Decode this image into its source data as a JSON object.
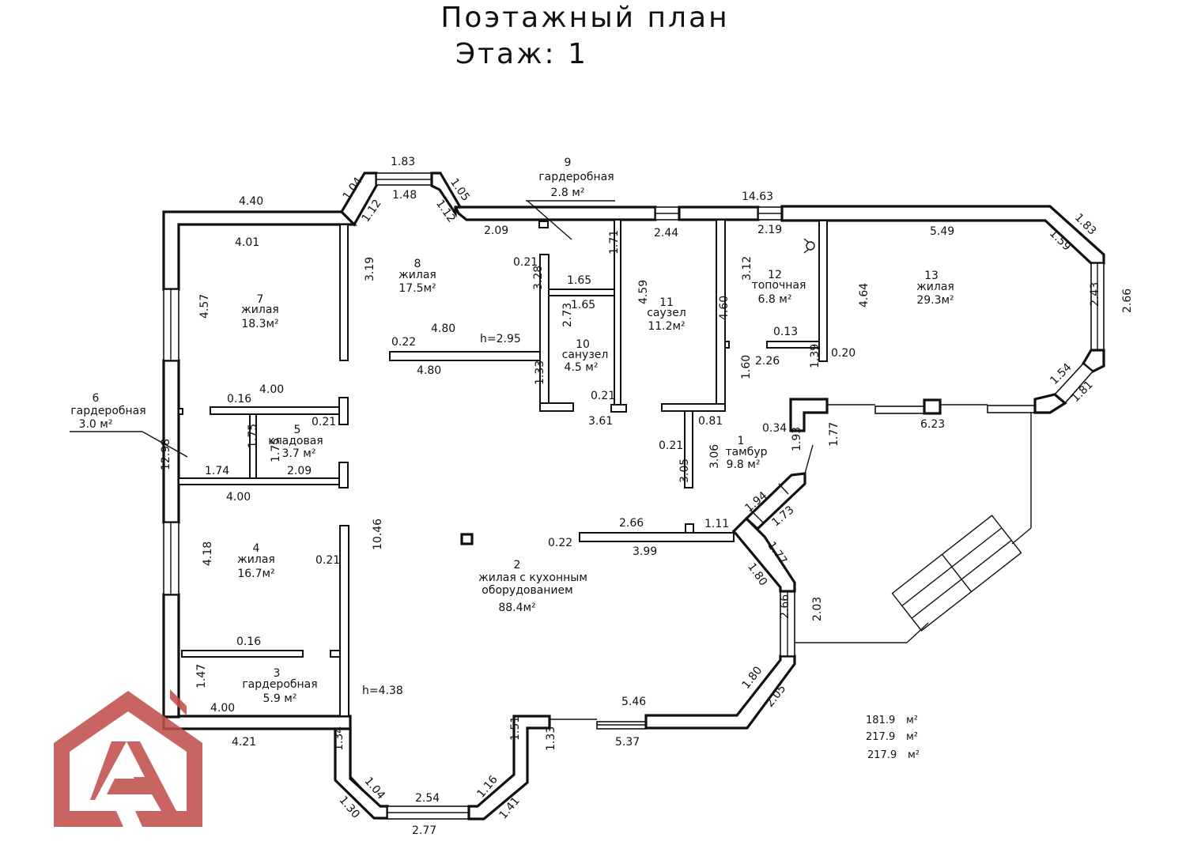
{
  "header": {
    "title": "Поэтажный план",
    "floor": "Этаж: 1"
  },
  "rooms": [
    {
      "num": "1",
      "name": "тамбур",
      "area": "9.8 м²"
    },
    {
      "num": "2",
      "name": "жилая с кухонным",
      "name2": "оборудованием",
      "area": "88.4м²"
    },
    {
      "num": "3",
      "name": "гардеробная",
      "area": "5.9 м²"
    },
    {
      "num": "4",
      "name": "жилая",
      "area": "16.7м²"
    },
    {
      "num": "5",
      "name": "кладовая",
      "area": "3.7 м²"
    },
    {
      "num": "6",
      "name": "гардеробная",
      "area": "3.0 м²"
    },
    {
      "num": "7",
      "name": "жилая",
      "area": "18.3м²"
    },
    {
      "num": "8",
      "name": "жилая",
      "area": "17.5м²"
    },
    {
      "num": "9",
      "name": "гардеробная",
      "area": "2.8 м²"
    },
    {
      "num": "10",
      "name": "санузел",
      "area": "4.5 м²"
    },
    {
      "num": "11",
      "name": "саузел",
      "area": "11.2м²"
    },
    {
      "num": "12",
      "name": "топочная",
      "area": "6.8 м²"
    },
    {
      "num": "13",
      "name": "жилая",
      "area": "29.3м²"
    }
  ],
  "dimensions": {
    "top": [
      "4.40",
      "1.04",
      "1.83",
      "1.05",
      "1.12",
      "1.48",
      "1.12",
      "2.09",
      "14.63",
      "2.44",
      "2.19",
      "5.49",
      "1.83",
      "1.59"
    ],
    "room7": [
      "4.01",
      "3.19",
      "4.57"
    ],
    "room8": [
      "4.80",
      "0.22",
      "h=2.95",
      "4.80"
    ],
    "center": [
      "0.21",
      "3.28",
      "1.65",
      "1.65",
      "1.71",
      "2.73",
      "4.59",
      "1.33",
      "0.21",
      "3.61"
    ],
    "room11_12": [
      "4.60",
      "3.12",
      "1.60",
      "0.81"
    ],
    "room12": [
      "0.13",
      "2.26",
      "1.39",
      "0.20",
      "4.64"
    ],
    "right": [
      "2.43",
      "2.66",
      "1.54",
      "1.81",
      "6.23",
      "0.34",
      "1.77"
    ],
    "tambur": [
      "0.21",
      "3.05",
      "3.06",
      "1.93",
      "1.94",
      "1.73"
    ],
    "left": [
      "12.98",
      "4.00",
      "0.16",
      "0.21",
      "1.75",
      "1.75",
      "1.74",
      "2.09",
      "4.00",
      "4.18",
      "0.21",
      "10.46",
      "0.16",
      "1.47",
      "4.00",
      "4.21",
      "h=4.38"
    ],
    "kitchen": [
      "2.66",
      "1.11",
      "0.22",
      "3.99",
      "1.77",
      "1.80",
      "2.66",
      "2.03",
      "1.80",
      "2.05",
      "5.46",
      "5.37"
    ],
    "bottom": [
      "1.34",
      "1.04",
      "1.30",
      "2.54",
      "2.77",
      "1.16",
      "1.41",
      "1.51",
      "1.33"
    ]
  },
  "totals": [
    {
      "value": "181.9",
      "unit": "м²"
    },
    {
      "value": "217.9",
      "unit": "м²"
    },
    {
      "value": "217.9",
      "unit": "м²"
    }
  ],
  "logo": {
    "name": "A-house logo",
    "color": "#c0504d"
  }
}
